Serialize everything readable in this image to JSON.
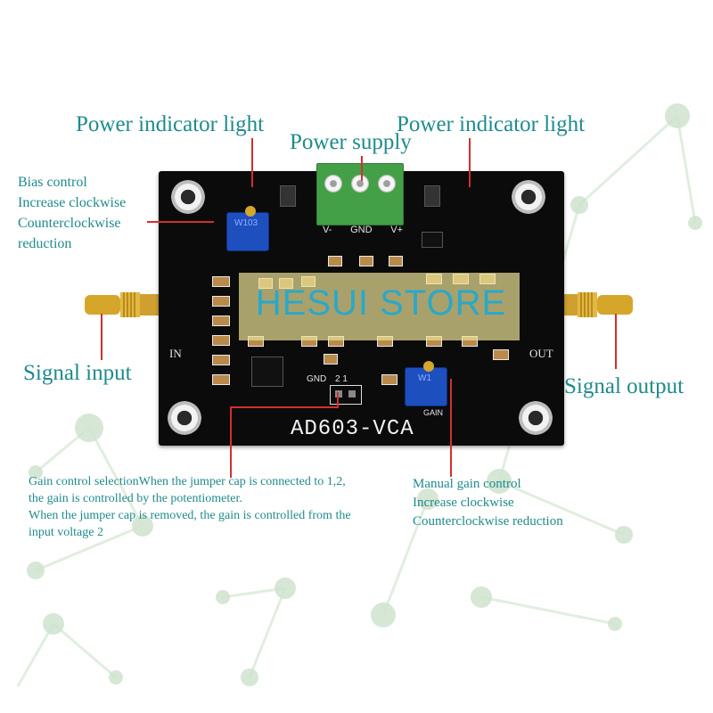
{
  "labels": {
    "power_indicator_left": "Power indicator light",
    "power_indicator_right": "Power indicator light",
    "power_supply": "Power supply",
    "bias_control": [
      "Bias control",
      "Increase clockwise",
      "Counterclockwise",
      "reduction"
    ],
    "signal_input": "Signal input",
    "signal_output": "Signal output",
    "gain_selection": [
      "Gain control selectionWhen the jumper cap is connected to 1,2,",
      "the gain is controlled by the potentiometer.",
      "When the jumper cap is removed, the gain is controlled from the",
      "input voltage 2"
    ],
    "manual_gain": [
      "Manual gain control",
      "Increase clockwise",
      "Counterclockwise reduction"
    ]
  },
  "watermark": "HESUI STORE",
  "board": {
    "model": "AD603-VCA",
    "terminal_labels": [
      "V-",
      "GND",
      "V+"
    ],
    "silk_in": "IN",
    "silk_out": "OUT",
    "silk_gnd": "GND",
    "silk_jumper": "2  1",
    "silk_gain": "GAIN",
    "pot_left_mark": "W103",
    "pot_right_mark": "W1"
  },
  "colors": {
    "label_teal": "#1f8a8c",
    "pointer_red": "#d32f2f",
    "pcb_black": "#0b0b0b",
    "terminal_green": "#43a047",
    "pot_blue": "#1e4fbf",
    "watermark_blue": "#2ba8c8"
  }
}
